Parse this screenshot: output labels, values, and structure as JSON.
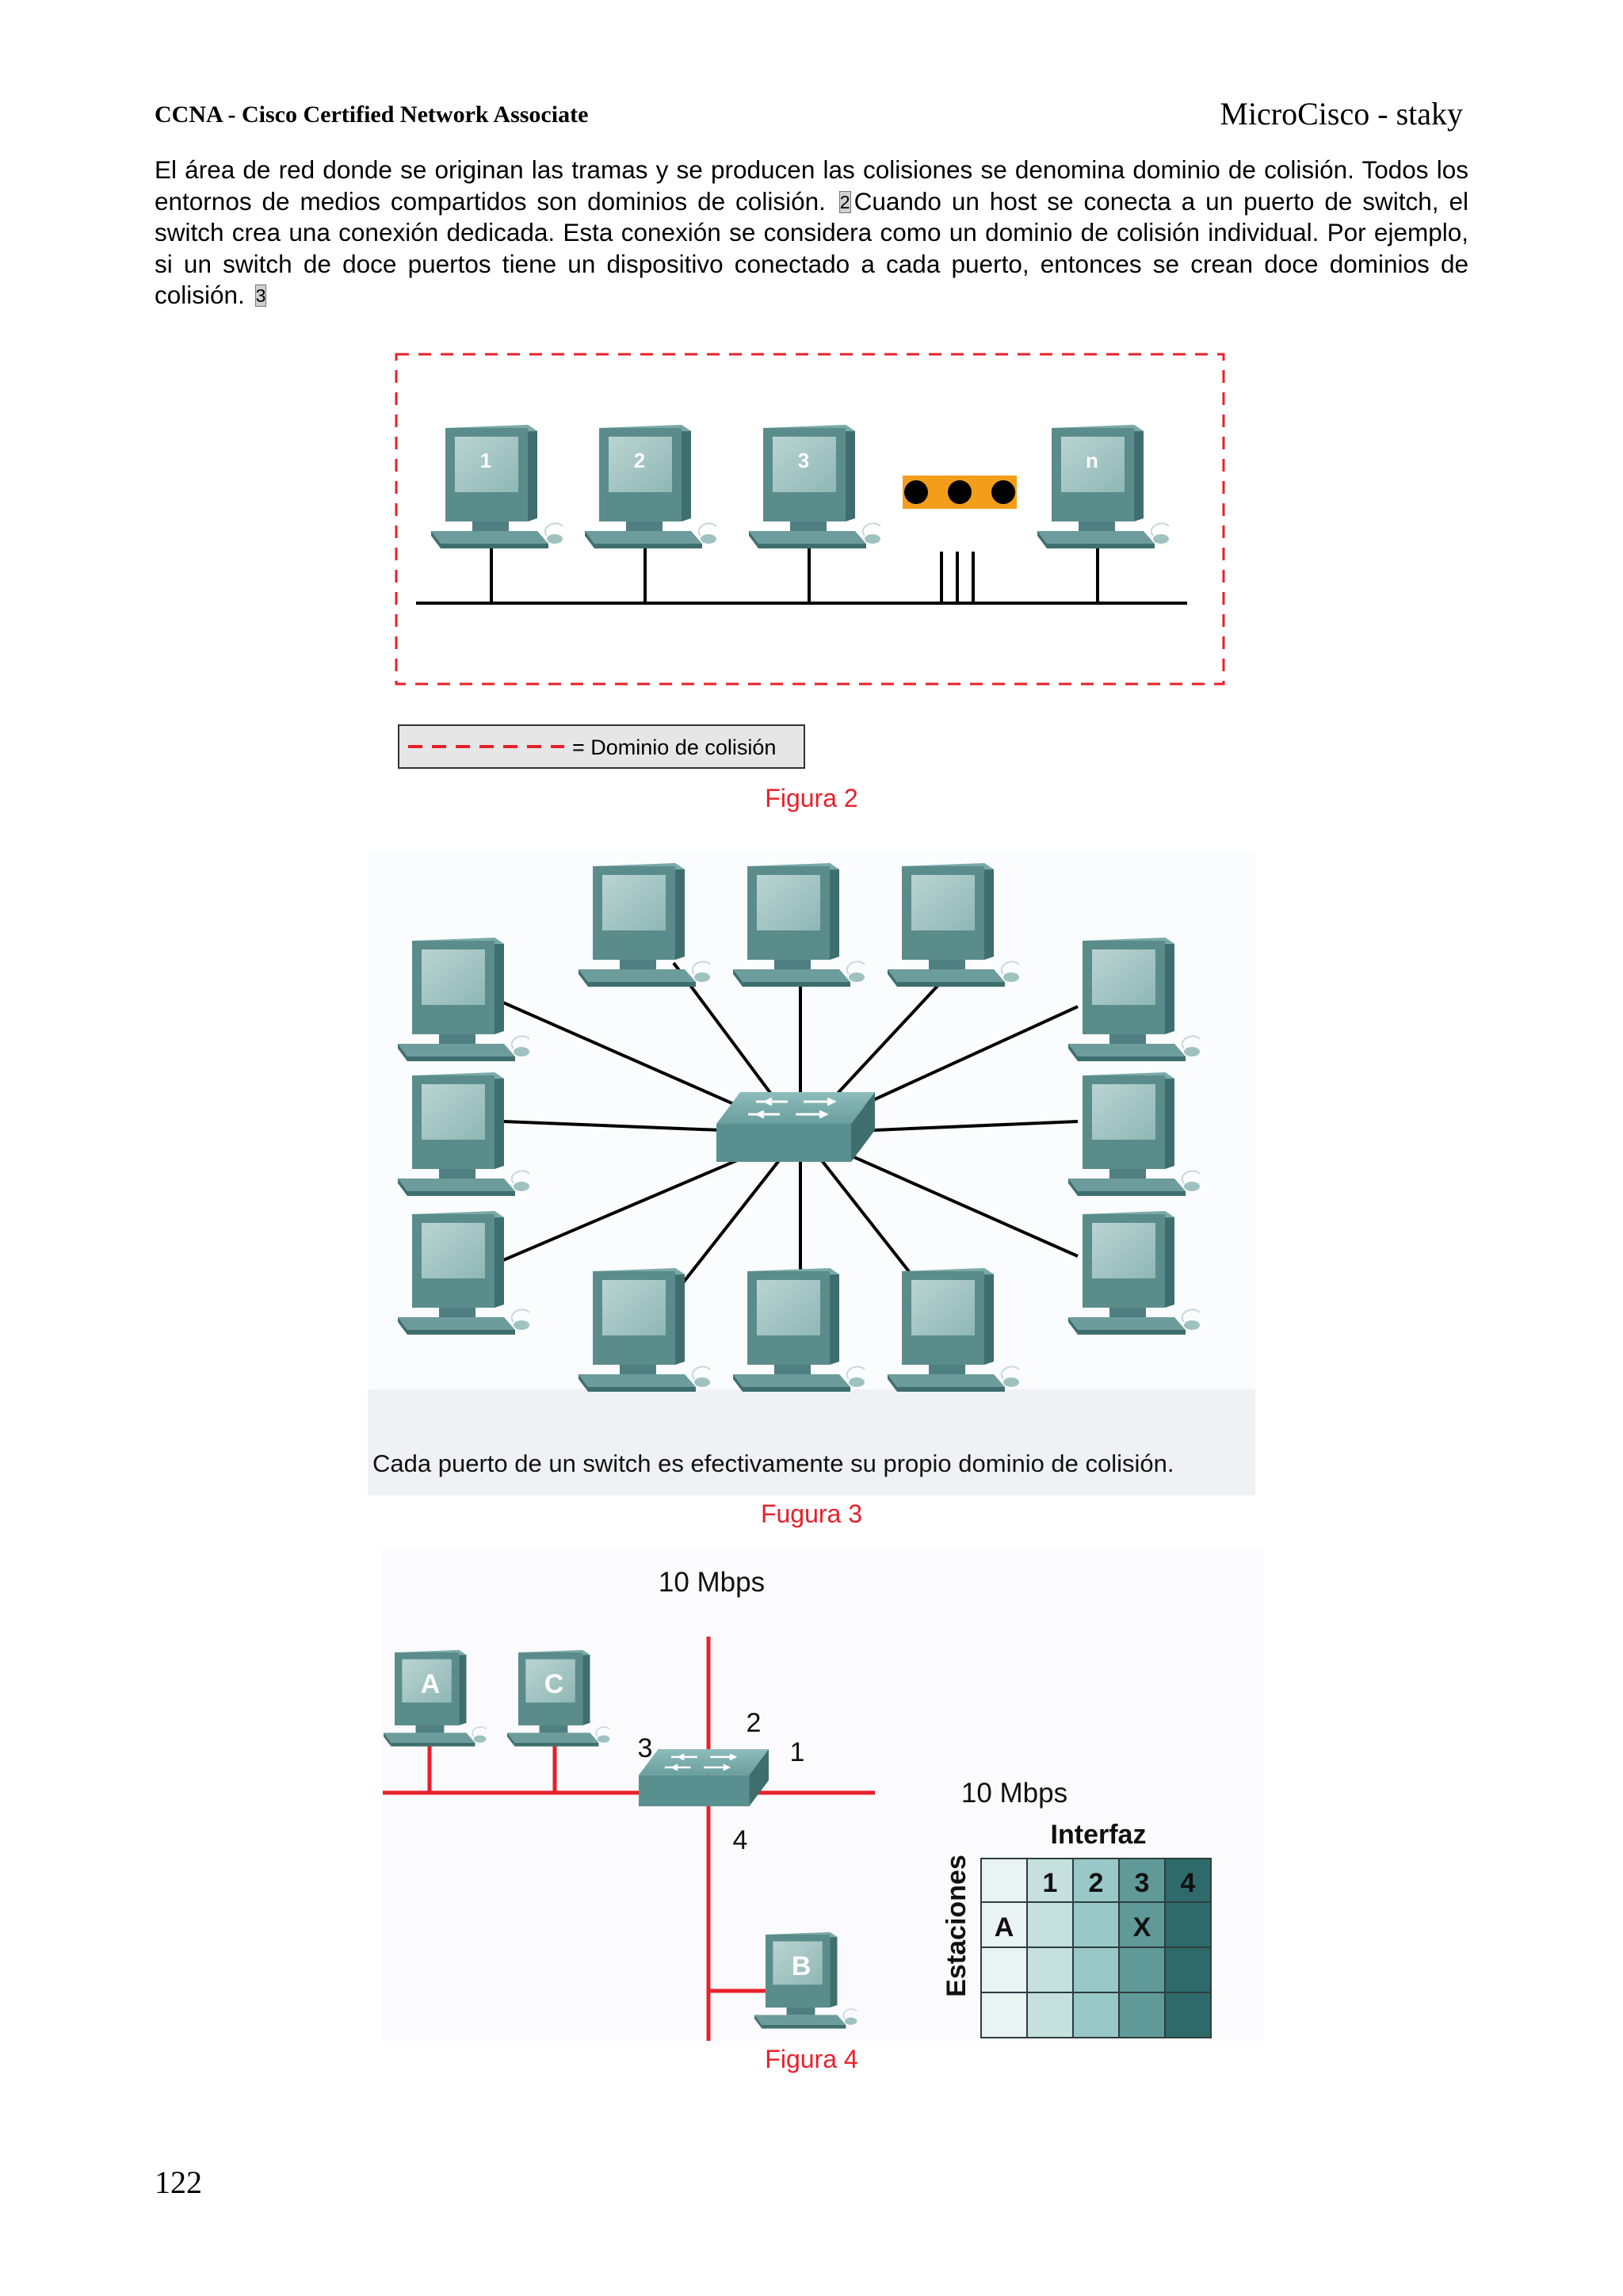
{
  "header": {
    "left": "CCNA - Cisco Certified Network Associate",
    "right": "MicroCisco - staky"
  },
  "paragraph": {
    "part1": "El área de red donde se originan las tramas y se producen las colisiones se denomina dominio de colisión. Todos los entornos de medios compartidos son dominios de colisión.",
    "ref1": "2",
    "part2": "Cuando un host se conecta a un puerto de switch, el switch crea una conexión dedicada. Esta conexión se considera como un dominio de colisión individual. Por ejemplo, si un switch de doce puertos tiene un dispositivo conectado a cada puerto, entonces se crean doce dominios de colisión.",
    "ref2": "3"
  },
  "figure2": {
    "hosts": [
      "1",
      "2",
      "3",
      "n"
    ],
    "legend": "= Dominio de colisión",
    "caption": "Figura 2"
  },
  "figure3": {
    "description": "Cada puerto de un switch es efectivamente su propio dominio de colisión.",
    "caption": "Fugura 3"
  },
  "figure4": {
    "speed_label": "10 Mbps",
    "hosts": [
      "A",
      "C",
      "B"
    ],
    "ports": [
      "1",
      "2",
      "3",
      "4"
    ],
    "table": {
      "speed_label": "10 Mbps",
      "col_title": "Interfaz",
      "row_title": "Estaciones",
      "columns": [
        "1",
        "2",
        "3",
        "4"
      ],
      "rows": [
        [
          "A",
          "",
          "",
          "X",
          ""
        ],
        [
          "",
          "",
          "",
          "",
          ""
        ],
        [
          "",
          "",
          "",
          "",
          ""
        ]
      ]
    },
    "caption": "Figura 4"
  },
  "colors": {
    "collision_domain": "#e8202a",
    "caption": "#e8202a",
    "computer": "#5d8f8f",
    "switch": "#5b9191",
    "orange": "#f49d1a"
  },
  "page_number": "122"
}
